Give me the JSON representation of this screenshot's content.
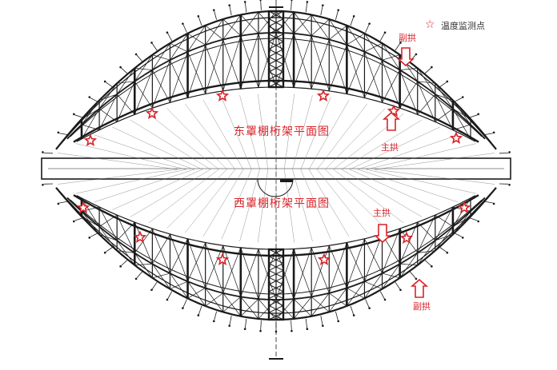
{
  "legend": {
    "label": "温度监测点",
    "icon": "star-outline-icon",
    "color": "#d9232a"
  },
  "east": {
    "title": "东罩棚桁架平面图",
    "secondary_arch_label": "副拱",
    "main_arch_label": "主拱"
  },
  "west": {
    "title": "西罩棚桁架平面图",
    "main_arch_label": "主拱",
    "secondary_arch_label": "副拱"
  },
  "colors": {
    "structure": "#1a1a1a",
    "accent": "#d9232a",
    "background": "#ffffff"
  }
}
